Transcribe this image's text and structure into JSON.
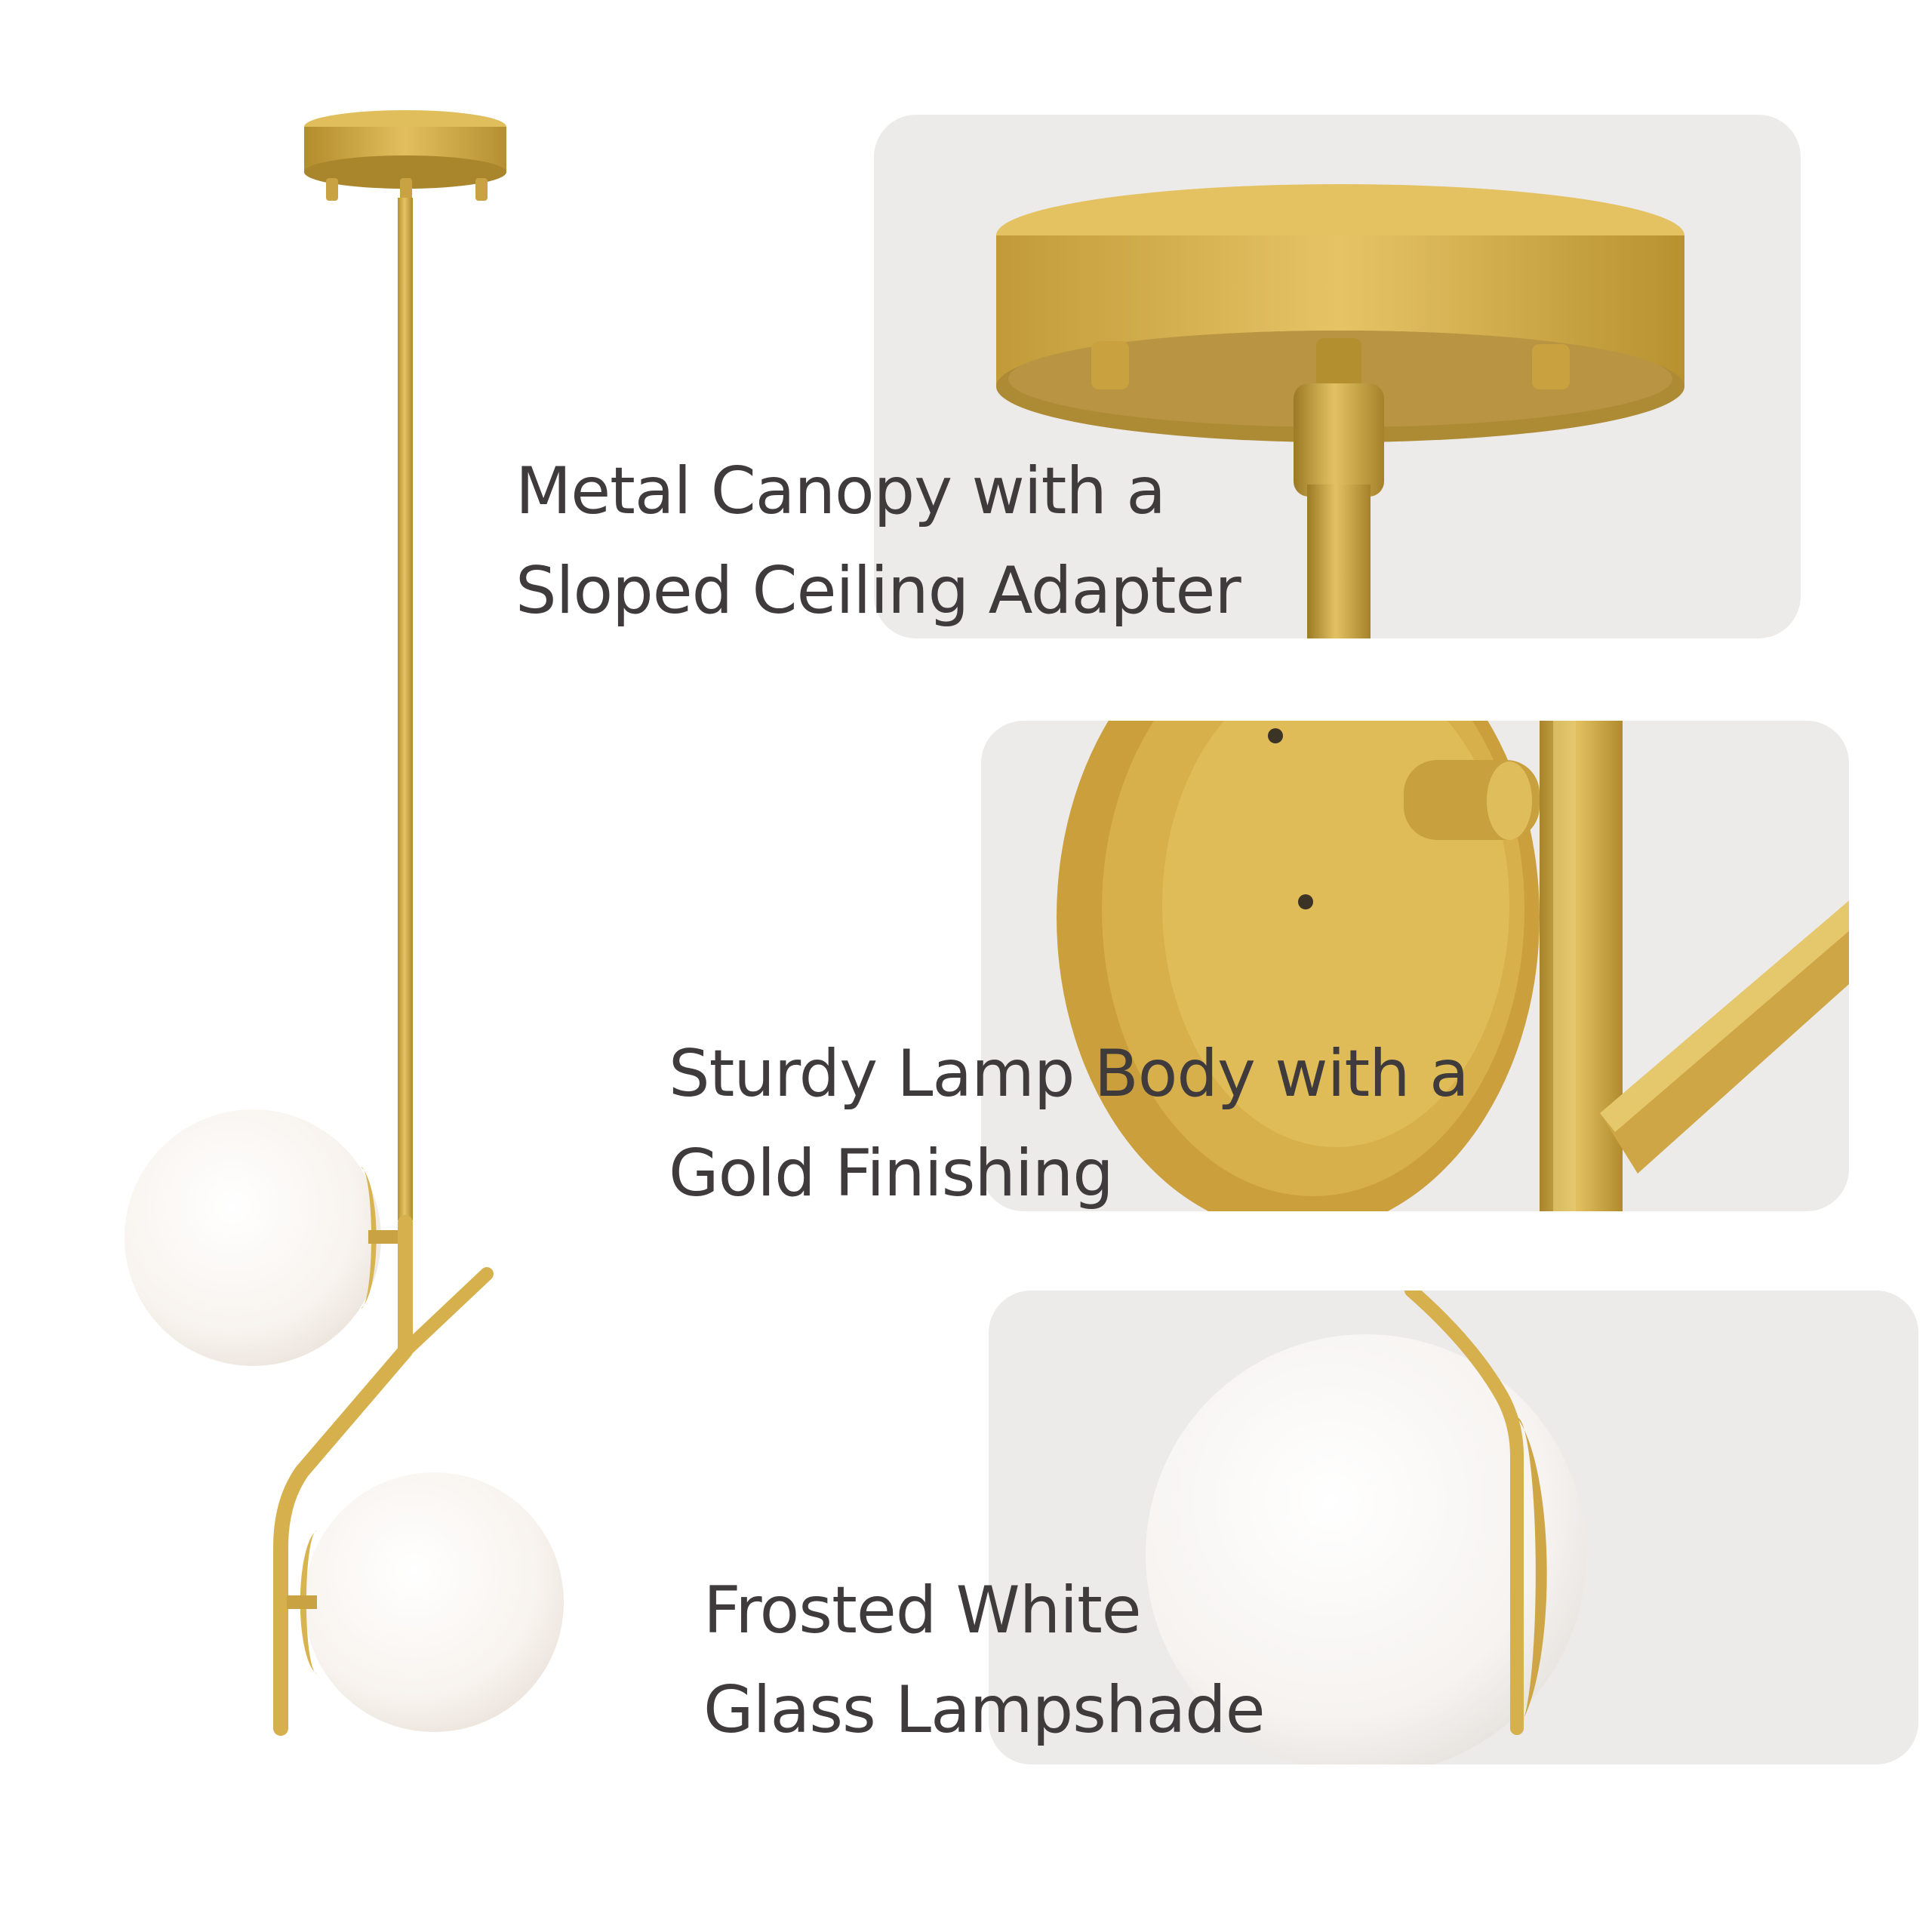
{
  "features": [
    {
      "line1": "Metal Canopy with a",
      "line2": "Sloped Ceiling Adapter"
    },
    {
      "line1": "Sturdy Lamp Body with a",
      "line2": "Gold Finishing"
    },
    {
      "line1": "Frosted White",
      "line2": "Glass Lampshade"
    }
  ],
  "colors": {
    "gold": "#d4ac47",
    "gold_dark": "#a8842c",
    "glass": "#f7f3ef",
    "panel_bg": "#ecebea",
    "text": "#3f3b3d"
  }
}
